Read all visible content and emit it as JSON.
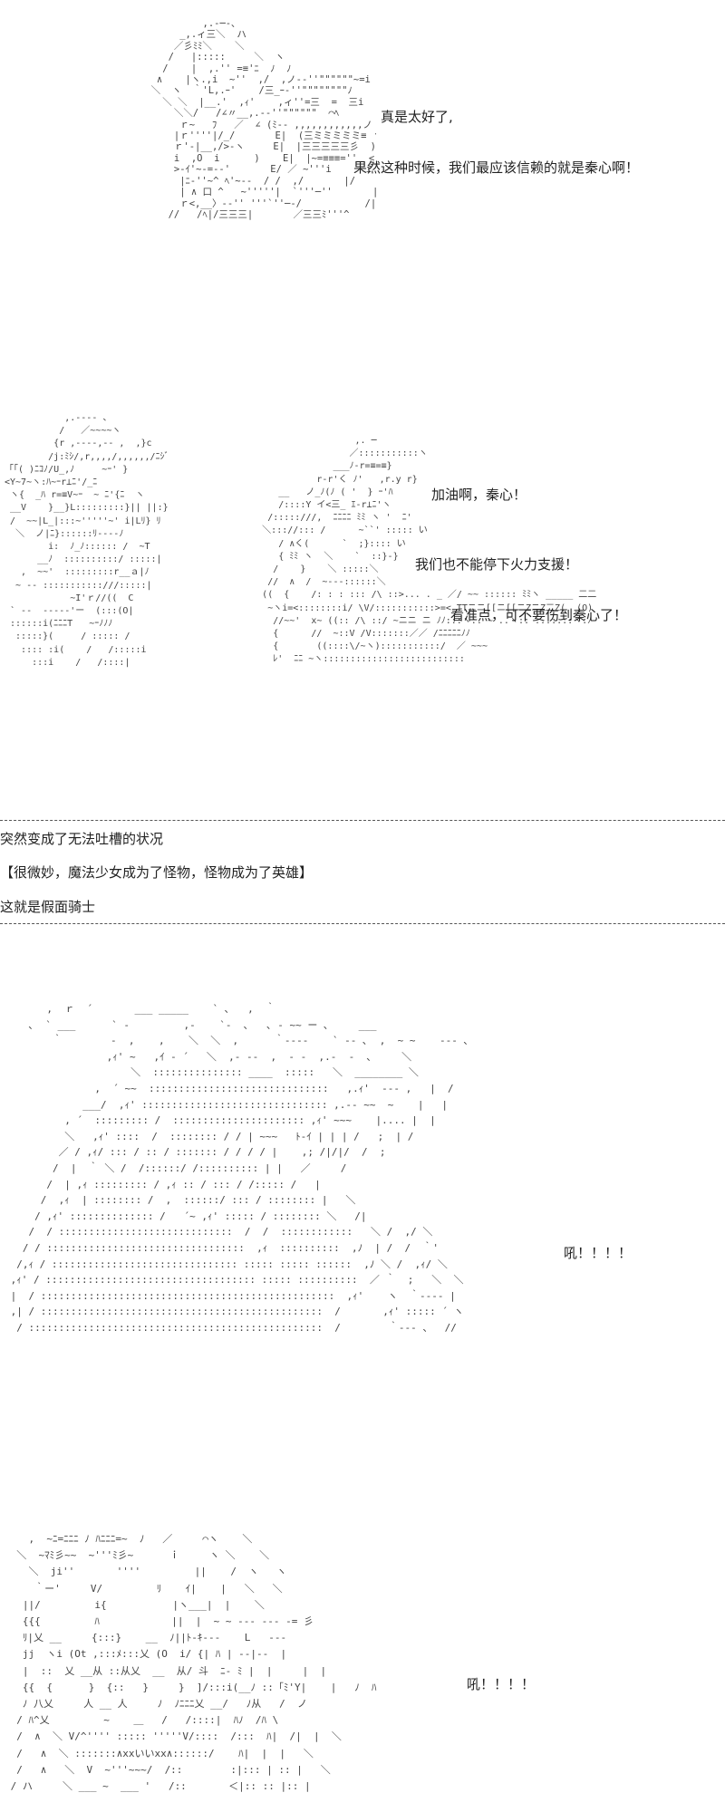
{
  "scene1": {
    "art": "              ,.-─‐､\n          _,.ィ三＼  ハ\n         ／彡ﾐﾐ＼    ＼\n        /   |:::::     ＼  ヽ\n       /    |  ,.'' =≡'ﾆ  ﾉ  ﾉ\n      ∧    |ヽ.,i  ~''  ,/  ,ノ-‐''\"\"\"\"\"\"~=i  i\n     ＼  ヽ  ｀'L,.ｰ'    /三_ｰ‐''\"\"\"\"\"\"\"\"ﾉ\n       ＼ ＼  |__.'  ,ｨ'    ,ィ''=三  =  三i\n         ＼＼/   /∠〃__,.-‐''\"\"\"\"\"\"  ⌒ﾍ\n          ｒ~   ﾌ   ／  ∠ (ﾐ-‐ ,,,,,,,,,,,,ノ\n         |ｒ''''|/_/       E|  (三ミミミミミ≡ ヽ\n         ｒ'-|__,/>-ヽ     E|  |三三三三三彡  )\n         i  ,O  i      )    E|  |~=≡≡≡=''  <\n         >-ｲ'~-=--'       E/ ／ ~'''i      i  )\n          |ﾆ-''~^ ﾍ'~--  / /  ,/       |/\n          | ∧ 口 ^   ~'''''|  `'''─''       |i\n          ｒ<,__〉-‐'' '''`''─-/           /|\n        //   /ﾍ|/三三三|       ／三三ﾐ'''^",
    "line1": "真是太好了,",
    "line2": "果然这种时候，我们最应该信赖的就是秦心啊！"
  },
  "scene2": {
    "art_left": "           ,.-‐‐‐ 、\n          /   ／~~~~ヽ\n         {r ,-‐‐‐,-- ,  ,}c\n        /j:ﾐｼ/,r,,,,/,,,,,,/ﾆｼﾞ\n「「( )ﾆｺﾉ/U_,ﾉ     ~ｰ' }\n<Y~7~ヽ:ﾊ~ｰr⊥ﾆ'/_ﾆ\n ヽ{  _ﾊ r=≡V~ｰ  ~ ﾆ'{ﾆ  ヽ\n __V    }__}L:::::::::}|| ||:}\n /  ~~|L_|:::~'''''~' i|Lﾘ} ﾘ\n  ＼  ノ|ﾆ}::::::ﾘ‐‐‐‐ﾉ\n        i:  ﾉ_ﾉ:::::: /  ~T\n      __ﾉ  ::::::::::/ :::::|\n   ,  ~~'  :::::::::r__ａ|ﾉ\n  ~ ‐‐ :::::::::::///:::::|\n            ~I'ｒ//((  C\n ` ‐‐  ‐‐‐‐‐'ー  (:::(O|\n ::::::i(ﾆﾆﾆT   ~ｰﾉﾉﾉ\n  :::::}(     / ::::: /\n   :::: :i(    /   /:::::i\n     :::i    /   /::::|",
    "art_right": "                          ,. ─\n                         ／:::::::::::ヽ\n                      ___ﾉ‐r=≡=≡}\n                   r‐r'く ﾉ'   ,r.y r}\n            __   ノ_ﾉ(ﾉ ( '  } ｰ'ﾊ\n            /::::Y イ<三_ ｴ-r⊥ﾆ'ヽ\n          /:::::///,  ﾆﾆﾆﾆ ﾐﾐ ヽ '  ﾆ'\n         ＼::://::: /      ~``' ::::: い\n            / ∧く(      `  ;}:::: い\n            { ﾐﾐ ヽ  ＼    `  ::}-}\n           /    }    ＼ :::::＼\n          //  ∧  /  ~‐‐‐::::::＼\n         ((  {    /: : : ::: /\\ ::>... . _ ／/ ~~ :::::: ﾐﾐヽ _____ 二二\n          ~ヽi=<::::::::i/ \\V/:::::::::::>=< TTニニ[[ニ[[ニZニZ二Z(  (O)\n           //~~'  x~ ((:: /\\ ::/ ~ニニ ニ ﾉﾉ:::ヽ:. ~ ..ヽ:: ...::::ヽ:ﾉ\n           {      //  ~::V /V:::::::／／ /ﾆﾆﾆﾆﾆﾉﾉ\n           {       ((::::\\/~ヽ):::::::::::/  ／ ~~~\n           ﾚ'  ﾆﾆ ~ヽ::::::::::::::::::::::::::",
    "line1": "加油啊，秦心！",
    "line2": "我们也不能停下火力支援！",
    "line3": "看准点，可不要伤到秦心了！"
  },
  "narration": {
    "line1": "突然变成了无法吐槽的状况",
    "line2": "【很微妙，魔法少女成为了怪物，怪物成为了英雄】",
    "line3": "这就是假面骑士"
  },
  "scene3": {
    "art": "       ,  ｒ  ´       ___ _____    ` ､   ,  ｀\n    ､  ` ___      ` ‐         ,‐    `‐  ､   ､ ‐ ~~ ー ､     ___\n        ｀        ‐  ,    ,    ＼  ＼  ,      ｀‐‐‐‐    ` ‐‐ ､  ,  ~ ~    ‐‐‐ ､\n                 ,ｨ' ~   ,ｲ ‐ ´   ＼  ,‐ ‐‐  ,  ‐ ‐  ,.‐  ‐  ､     ＼\n                     ＼  ::::::::::::::: ____  :::::   ＼  ________ ＼\n               ,  ´ ~~  ::::::::::::::::::::::::::::::   ,.ｨ'  ‐‐‐ ,   |  /\n             ___/  ,ｨ' ::::::::::::::::::::::::::::::: ,.-‐ ~~  ~    |   |\n          , ´  ::::::::: /  :::::::::::::::::::::: ,ｨ' ~~~    |.... |  |\n          ＼   ,ｨ' ::::  /  :::::::: / / | ~~~   ﾄ-ｲ | | | /   ;  | /\n         ／ / ,ｨ/ ::: / :: / ::::::: / / / / |    ,; /|/|/  /  ;\n        /  |  ｀ ＼ /  /::::::/ /:::::::::: | |   ／     /\n       /  | ,ｨ ::::::::: / ,ｨ :: / ::: / /::::: /   |\n      /  ,ｨ  | :::::::: /  ,  ::::::/ ::: / :::::::: |   ＼\n     / ,ｨ' :::::::::::::: /   ´~ ,ｨ' ::::: / :::::::: ＼   /|\n    /  / :::::::::::::::::::::::::::::  /  /  ::::::::::::   ＼ /  ,/ ＼\n   / / :::::::::::::::::::::::::::::::::  ,ｨ  ::::::::::  ,ﾉ  | /  /  ｀'\n  /,ｨ / ::::::::::::::::::::::::::::::: ::::: ::::: ::::::  ,ﾉ ＼ /  ,ｨ/ ＼\n ,ｨ' / ::::::::::::::::::::::::::::::::::: ::::: ::::::::::  ／ ｀  ;   ＼  ＼\n |  / :::::::::::::::::::::::::::::::::::::::::::::::::  ,ｨ'    ヽ  ｀‐‐‐‐ |\n ,| / :::::::::::::::::::::::::::::::::::::::::::::::  /       ,ｨ' ::::: ´ ヽ\n  / :::::::::::::::::::::::::::::::::::::::::::::::::  /        ｀‐‐‐ 、  //",
    "roar": "吼！！！！"
  },
  "scene4": {
    "art": "    ,  ~ﾆ=ﾆﾆﾆ ﾉ ﾊﾆﾆﾆ=~  ﾉ   ／     ⌒ヽ    ＼\n  ＼  ~ﾏﾐ彡~~  ~'''ﾐ彡~      ｉ     ヽ ＼    ＼\n    ＼  ji''       ''''         ||    /  ヽ   ヽ\n     ｀ー'     V/         ﾘ    ｲ|    |   ＼   ＼\n   ||/         i{           |ヽ___|  |    ＼\n   {{{         ﾊ            ||  |  ~ ~ ‐‐‐ ‐‐‐ ‐= 彡\n   ﾘ|乂 __     {:::}    __  ﾉ||ﾄ-ｷ---    L   ‐‐‐\n   jj  ヽi (Ot ,:::ﾒ:::乂 (O  i/ {| ﾊ | --|--  |\n   |  ::  乂 __从 ::从乂  __  从/ 斗  ﾆ‐ ﾐ |  |     |  |\n   {{  {      }  {::   }     }  ]/:::i(__ﾉ ::「ﾐ'Y|    |   ﾉ  ﾊ\n   ﾉ 八乂     人 __ 人     ﾉ  ﾉﾆﾆﾆ乂 __/   ﾉ从   /  ノ\n  / ﾊ^乂         ~    ＿   /   /::::|  ﾊﾉ  /ﾊ \\ \n  /  ∧  ＼ V/^'''' ::::: '''''V/::::  /:::  ﾊ|  /|  |  ＼\n  /   ∧  ＼ :::::::∧xxいいxx∧::::::/    ﾊ|  |  |   ＼\n  /   ∧   ＼  V  ~'''~~~/  /::        :|::: | :: |   ＼\n / ハ     ＼ ___ ~  ___ '   /::       ＜|:: :: |:: |",
    "roar": "吼！！！！"
  }
}
